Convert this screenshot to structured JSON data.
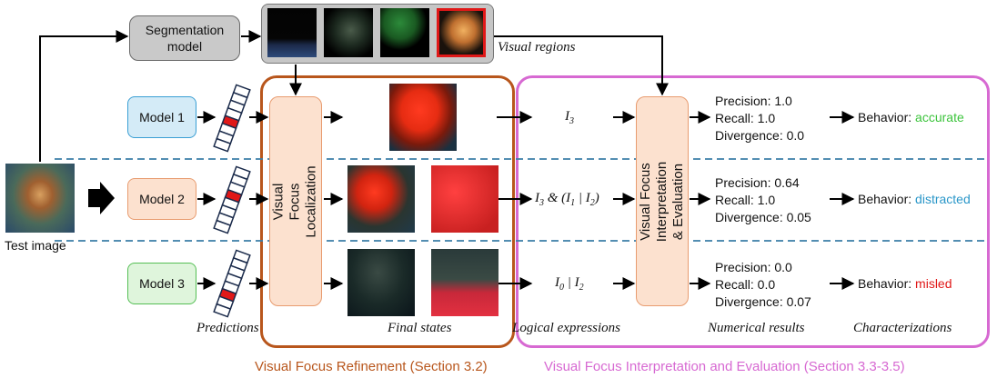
{
  "segmentation": {
    "label": "Segmentation model",
    "regions_label": "Visual regions"
  },
  "test_image": {
    "caption": "Test image"
  },
  "models": [
    {
      "label": "Model 1"
    },
    {
      "label": "Model 2"
    },
    {
      "label": "Model 3"
    }
  ],
  "stages": {
    "localization": "Visual Focus Localization",
    "interpretation": "Visual Focus Interpretation & Evaluation"
  },
  "expressions": [
    {
      "text": "I3",
      "parts": [
        "I",
        "3"
      ]
    },
    {
      "text": "I3 & (I1 | I2)",
      "parts": [
        "I",
        "3",
        " & (",
        "I",
        "1",
        " | ",
        "I",
        "2",
        ")"
      ]
    },
    {
      "text": "I0 | I2",
      "parts": [
        "I",
        "0",
        " | ",
        "I",
        "2"
      ]
    }
  ],
  "results": [
    {
      "precision": "Precision: 1.0",
      "recall": "Recall: 1.0",
      "divergence": "Divergence: 0.0",
      "behavior_prefix": "Behavior: ",
      "behavior": "accurate",
      "behavior_color": "#3cc43c"
    },
    {
      "precision": "Precision: 0.64",
      "recall": "Recall: 1.0",
      "divergence": "Divergence: 0.05",
      "behavior_prefix": "Behavior: ",
      "behavior": "distracted",
      "behavior_color": "#2b97c9"
    },
    {
      "precision": "Precision: 0.0",
      "recall": "Recall: 0.0",
      "divergence": "Divergence: 0.07",
      "behavior_prefix": "Behavior: ",
      "behavior": "misled",
      "behavior_color": "#e01818"
    }
  ],
  "column_labels": {
    "predictions": "Predictions",
    "final_states": "Final states",
    "logical_expressions": "Logical expressions",
    "numerical_results": "Numerical results",
    "characterizations": "Characterizations"
  },
  "captions": {
    "refinement": "Visual Focus Refinement (Section 3.2)",
    "interpretation": "Visual Focus Interpretation and Evaluation (Section 3.3-3.5)"
  },
  "colors": {
    "refinement": "#b8561c",
    "interpretation": "#d769d2",
    "separator": "#3b7ea8",
    "highlight": "#e01818"
  }
}
